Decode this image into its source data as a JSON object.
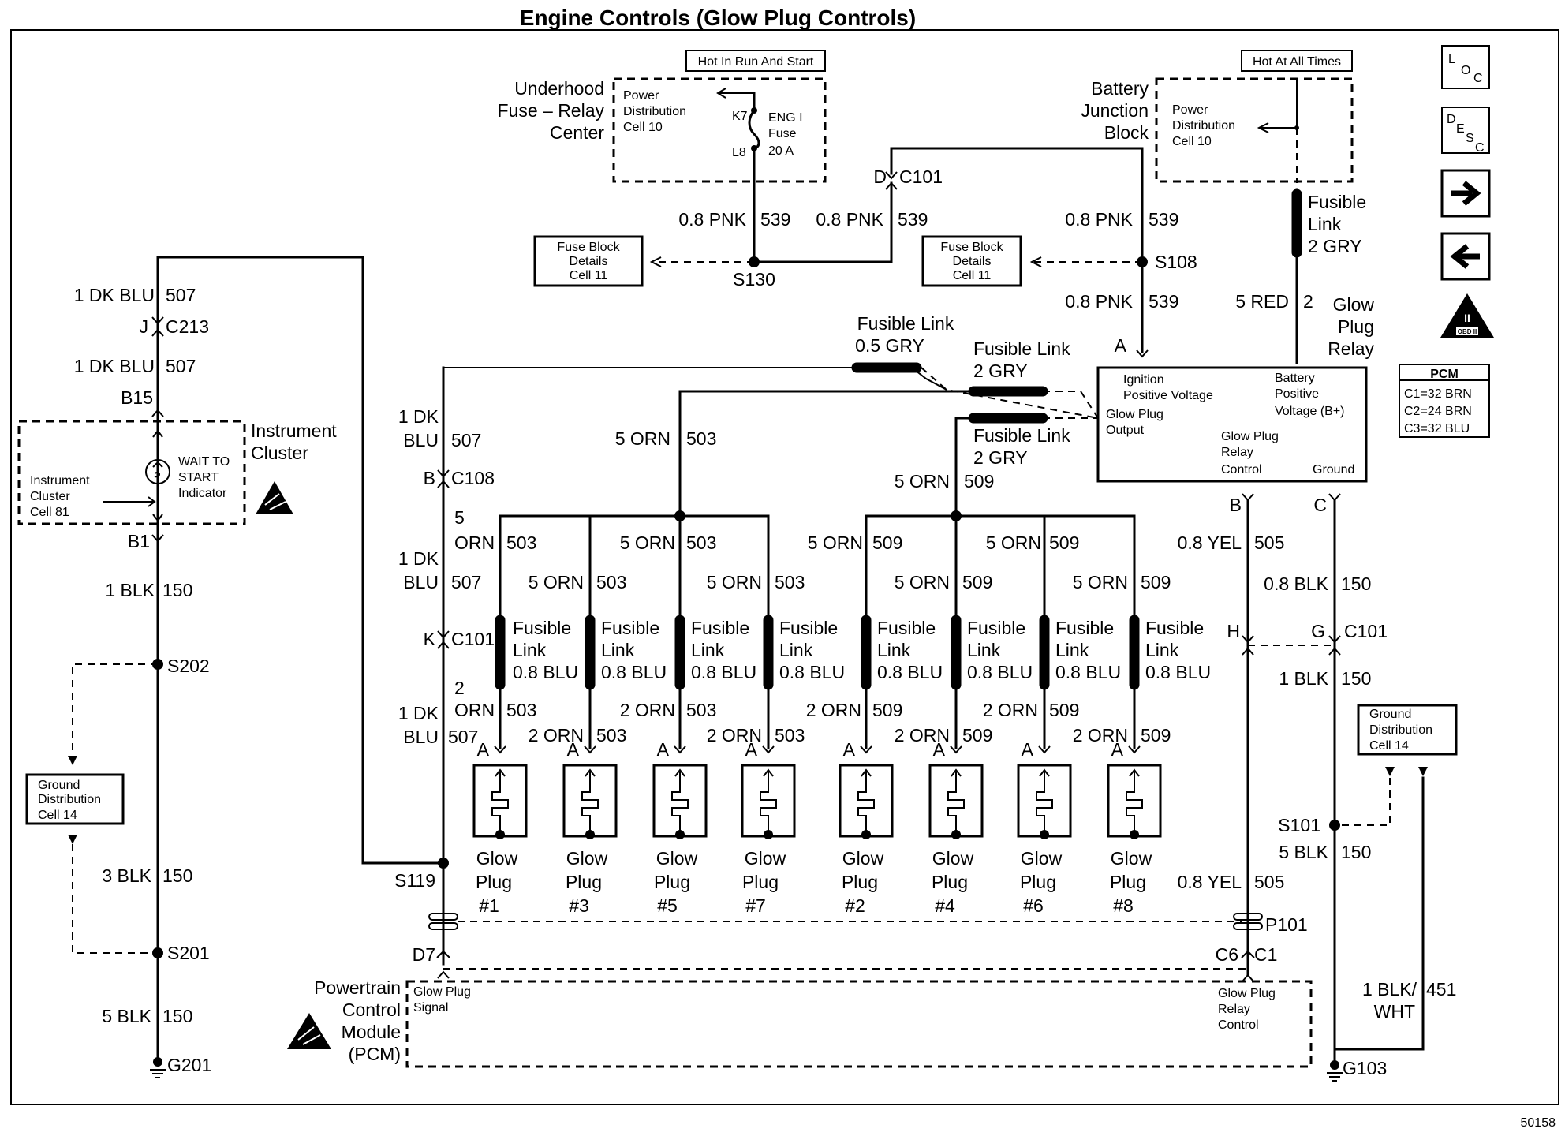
{
  "title": "Engine Controls (Glow Plug Controls)",
  "figure_number": "50158",
  "side_icons": [
    "Lₒc",
    "Dᴇsᶜ",
    "→",
    "←"
  ],
  "obd_label": "OBD II",
  "pcm_box": {
    "title": "PCM",
    "lines": [
      "C1=32 BRN",
      "C2=24 BRN",
      "C3=32 BLU"
    ]
  },
  "hot_run_start": "Hot In Run And Start",
  "hot_at_all_times": "Hot At All Times",
  "underhood": {
    "line1": "Underhood",
    "line2": "Fuse – Relay",
    "line3": "Center"
  },
  "underhood_box": {
    "line1": "Power",
    "line2": "Distribution",
    "line3": "Cell 10"
  },
  "fuse": {
    "k7": "K7",
    "l8": "L8",
    "name1": "ENG I",
    "name2": "Fuse",
    "rating": "20 A"
  },
  "battery_jb": {
    "line1": "Battery",
    "line2": "Junction",
    "line3": "Block"
  },
  "battery_box": {
    "line1": "Power",
    "line2": "Distribution",
    "line3": "Cell 10"
  },
  "fuse_block_box": {
    "line1": "Fuse Block",
    "line2": "Details",
    "line3": "Cell 11"
  },
  "wires": {
    "pnk_a": "0.8 PNK",
    "c539": "539",
    "dk_blu": "1 DK BLU",
    "c507": "507",
    "dk": "1 DK",
    "blu": "BLU",
    "blk1": "1 BLK",
    "c150": "150",
    "blk3": "3 BLK",
    "blk5": "5 BLK",
    "orn5": "5 ORN",
    "orn2": "2 ORN",
    "c503": "503",
    "c509": "509",
    "n5": "5",
    "n2": "2",
    "orn": "ORN",
    "red5": "5 RED",
    "c2": "2",
    "yel": "0.8 YEL",
    "c505": "505",
    "blk08": "0.8 BLK",
    "blkwht1": "1 BLK/",
    "blkwht2": "WHT",
    "c451": "451"
  },
  "connectors": {
    "c101": "C101",
    "d": "D",
    "s130": "S130",
    "s108": "S108",
    "a": "A",
    "j": "J",
    "c213": "C213",
    "b15": "B15",
    "b1": "B1",
    "s202": "S202",
    "s201": "S201",
    "g201": "G201",
    "b": "B",
    "c108": "C108",
    "k": "K",
    "s119": "S119",
    "d7": "D7",
    "p101": "P101",
    "c6": "C6",
    "c1": "C1",
    "h": "H",
    "g": "G",
    "c": "C",
    "s101": "S101",
    "g103": "G103"
  },
  "fusible_link": {
    "title": "Fusible Link",
    "gry05": "0.5 GRY",
    "gry2": "2 GRY",
    "line1": "Fusible",
    "line2": "Link",
    "blu08": "0.8 BLU"
  },
  "relay": {
    "side1": "Glow",
    "side2": "Plug",
    "side3": "Relay",
    "ign1": "Ignition",
    "ign2": "Positive Voltage",
    "bat1": "Battery",
    "bat2": "Positive",
    "bat3": "Voltage (B+)",
    "out1": "Glow Plug",
    "out2": "Output",
    "ctl1": "Glow Plug",
    "ctl2": "Relay",
    "ctl3": "Control",
    "gnd": "Ground"
  },
  "instrument_cluster": {
    "label1": "Instrument",
    "label2": "Cluster",
    "wait": "WAIT TO",
    "start": "START",
    "indicator": "Indicator",
    "cell1": "Instrument",
    "cell2": "Cluster",
    "cell3": "Cell 81"
  },
  "ground_dist": {
    "line1": "Ground",
    "line2": "Distribution",
    "line3": "Cell 14"
  },
  "glow_plugs": {
    "word1": "Glow",
    "word2": "Plug",
    "numbers": [
      "#1",
      "#3",
      "#5",
      "#7",
      "#2",
      "#4",
      "#6",
      "#8"
    ]
  },
  "pcm": {
    "line1": "Powertrain",
    "line2": "Control",
    "line3": "Module",
    "line4": "(PCM)",
    "sig1": "Glow Plug",
    "sig2": "Signal",
    "ctl1": "Glow Plug",
    "ctl2": "Relay",
    "ctl3": "Control"
  }
}
